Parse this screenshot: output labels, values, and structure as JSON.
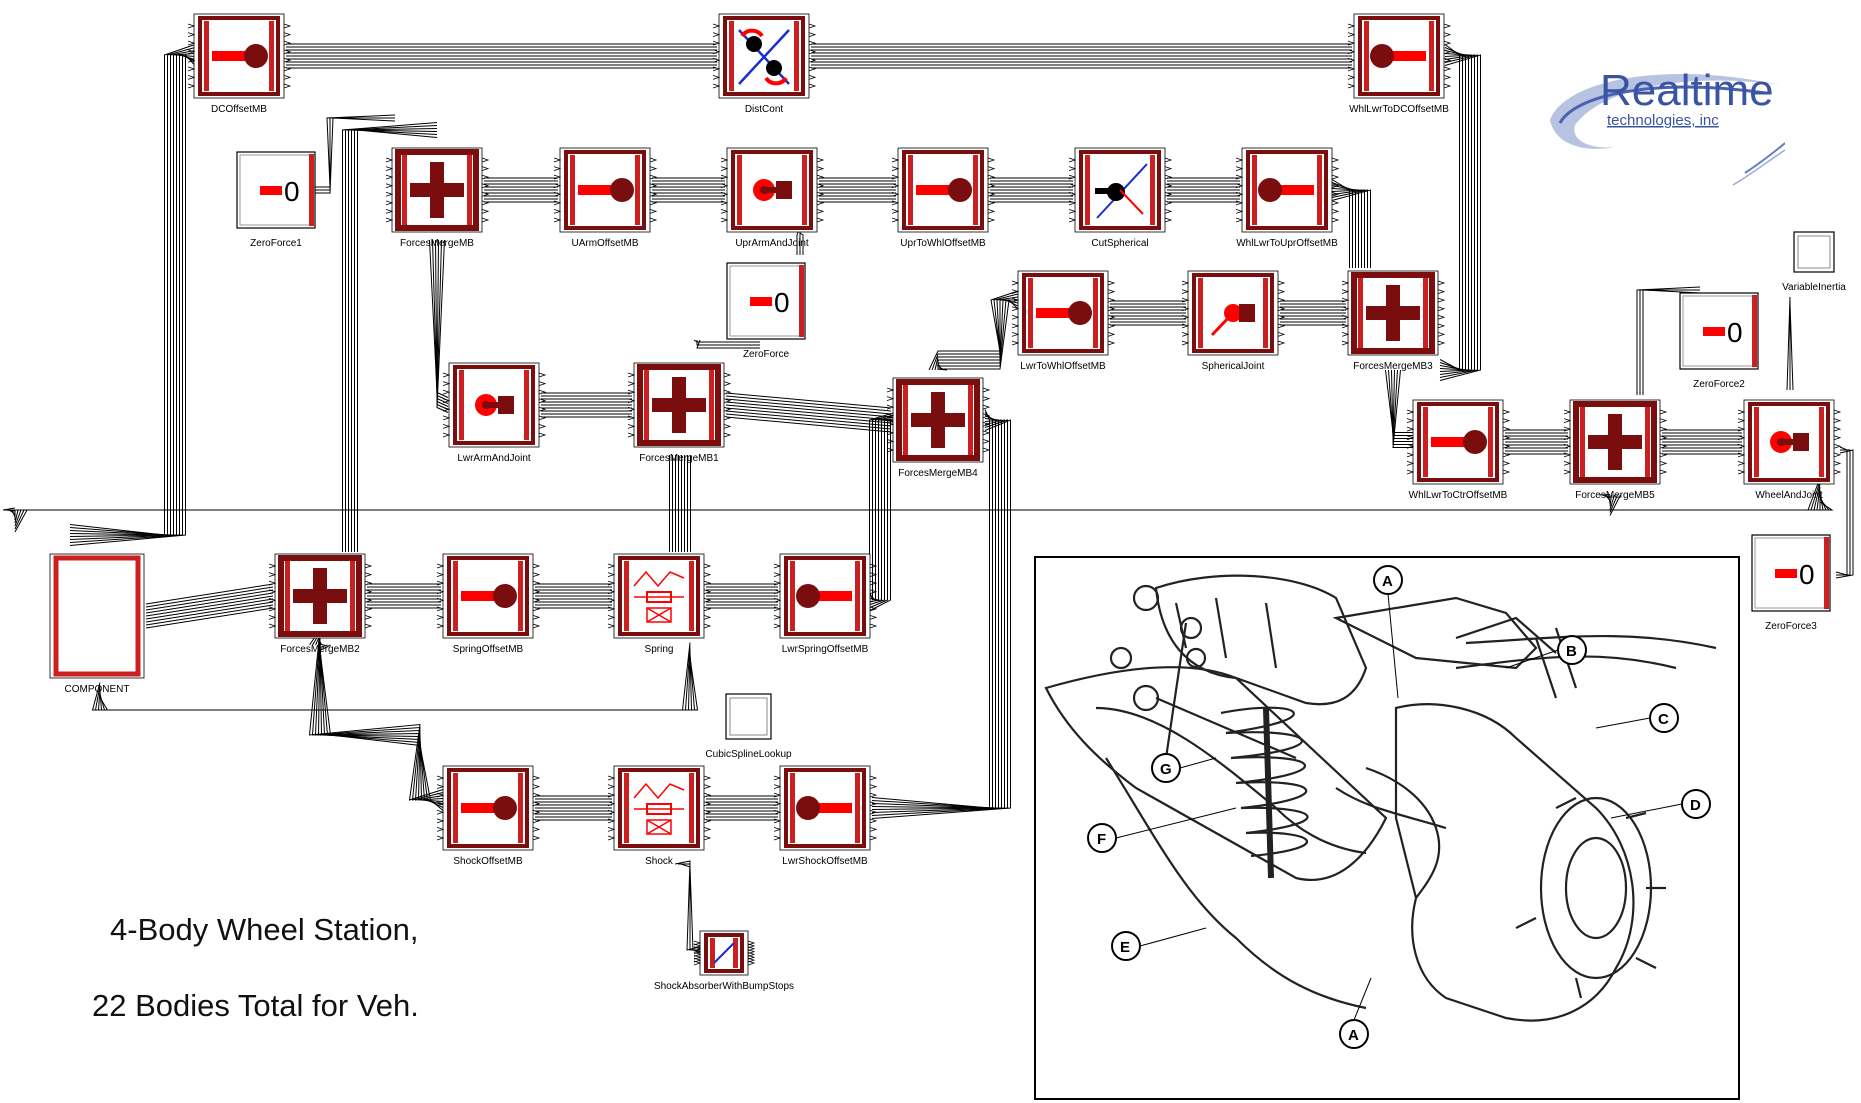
{
  "diagram": {
    "title": "",
    "caption_lines": [
      "4-Body Wheel Station,",
      "22 Bodies Total for Veh."
    ],
    "blocks": [
      {
        "id": "DCOffsetMB",
        "label": "DCOffsetMB",
        "kind": "offset-ball"
      },
      {
        "id": "DistCont",
        "label": "DistCont",
        "kind": "dist-cont"
      },
      {
        "id": "WhlLwrToDCOffsetMB",
        "label": "WhlLwrToDCOffsetMB",
        "kind": "offset-ball-left"
      },
      {
        "id": "ZeroForce1",
        "label": "ZeroForce1",
        "kind": "zero",
        "text": "0"
      },
      {
        "id": "ForcesMergeMB",
        "label": "ForcesMergeMB",
        "kind": "merge"
      },
      {
        "id": "UArmOffsetMB",
        "label": "UArmOffsetMB",
        "kind": "offset-ball"
      },
      {
        "id": "UprArmAndJoint",
        "label": "UprArmAndJoint",
        "kind": "arm-joint"
      },
      {
        "id": "UprToWhlOffsetMB",
        "label": "UprToWhlOffsetMB",
        "kind": "offset-ball"
      },
      {
        "id": "CutSpherical",
        "label": "CutSpherical",
        "kind": "cut-spherical"
      },
      {
        "id": "WhlLwrToUprOffsetMB",
        "label": "WhlLwrToUprOffsetMB",
        "kind": "offset-ball-left"
      },
      {
        "id": "ZeroForce",
        "label": "ZeroForce",
        "kind": "zero",
        "text": "0"
      },
      {
        "id": "LwrToWhlOffsetMB",
        "label": "LwrToWhlOffsetMB",
        "kind": "offset-ball"
      },
      {
        "id": "SphericalJoint",
        "label": "SphericalJoint",
        "kind": "spherical"
      },
      {
        "id": "ForcesMergeMB3",
        "label": "ForcesMergeMB3",
        "kind": "merge"
      },
      {
        "id": "VariableInertia",
        "label": "VariableInertia",
        "kind": "empty-small"
      },
      {
        "id": "ZeroForce2",
        "label": "ZeroForce2",
        "kind": "zero",
        "text": "0"
      },
      {
        "id": "LwrArmAndJoint",
        "label": "LwrArmAndJoint",
        "kind": "arm-joint"
      },
      {
        "id": "ForcesMergeMB1",
        "label": "ForcesMergeMB1",
        "kind": "merge"
      },
      {
        "id": "ForcesMergeMB4",
        "label": "ForcesMergeMB4",
        "kind": "merge"
      },
      {
        "id": "WhlLwrToCtrOffsetMB",
        "label": "WhlLwrToCtrOffsetMB",
        "kind": "offset-ball"
      },
      {
        "id": "ForcesMergeMB5",
        "label": "ForcesMergeMB5",
        "kind": "merge"
      },
      {
        "id": "WheelAndJoint",
        "label": "WheelAndJoint",
        "kind": "arm-joint"
      },
      {
        "id": "ZeroForce3",
        "label": "ZeroForce3",
        "kind": "zero",
        "text": "0"
      },
      {
        "id": "COMPONENT",
        "label": "COMPONENT",
        "kind": "component"
      },
      {
        "id": "ForcesMergeMB2",
        "label": "ForcesMergeMB2",
        "kind": "merge"
      },
      {
        "id": "SpringOffsetMB",
        "label": "SpringOffsetMB",
        "kind": "offset-ball"
      },
      {
        "id": "Spring",
        "label": "Spring",
        "kind": "spring"
      },
      {
        "id": "LwrSpringOffsetMB",
        "label": "LwrSpringOffsetMB",
        "kind": "offset-ball-left"
      },
      {
        "id": "CubicSplineLookup",
        "label": "CubicSplineLookup",
        "kind": "empty-small"
      },
      {
        "id": "ShockOffsetMB",
        "label": "ShockOffsetMB",
        "kind": "offset-ball"
      },
      {
        "id": "Shock",
        "label": "Shock",
        "kind": "shock"
      },
      {
        "id": "LwrShockOffsetMB",
        "label": "LwrShockOffsetMB",
        "kind": "offset-ball-left"
      },
      {
        "id": "ShockAbsorberWithBumpStops",
        "label": "ShockAbsorberWithBumpStops",
        "kind": "bumpstop"
      }
    ]
  },
  "logo": {
    "line1": "Realtime",
    "line2": "technologies, inc"
  },
  "illustration": {
    "callouts": [
      "A",
      "B",
      "C",
      "D",
      "E",
      "F",
      "G",
      "A"
    ]
  },
  "colors": {
    "block_red": "#cc1f1f",
    "dark_red": "#7a0d0d",
    "bright_red": "#ff0000",
    "logo_blue": "#3a54a4"
  }
}
